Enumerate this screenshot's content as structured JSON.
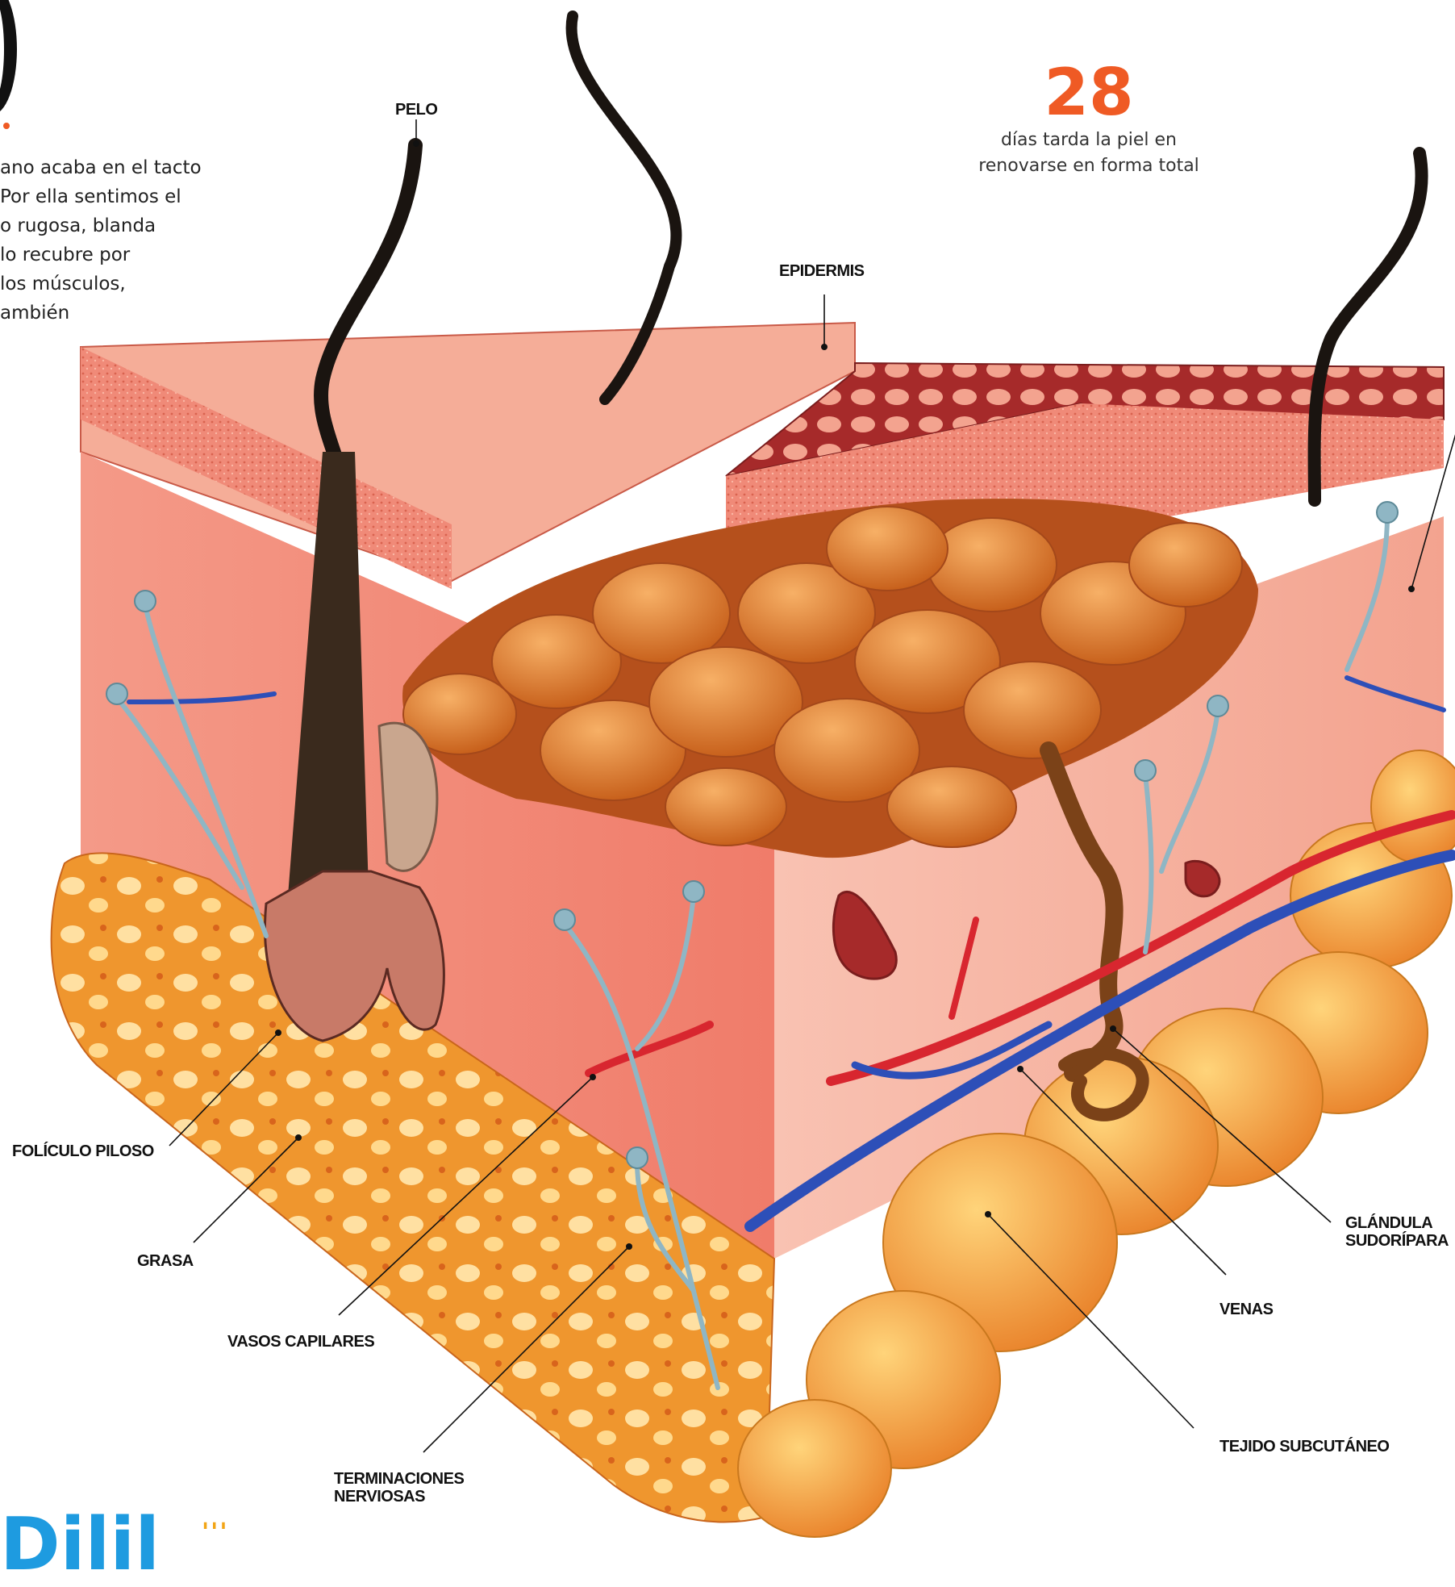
{
  "intro_text": "ano acaba en el tacto\nPor ella sentimos el\n o rugosa, blanda\nlo recubre por\nlos músculos,\nambién",
  "stat": {
    "number": "28",
    "caption": "días tarda la piel en\nrenovarse en forma total"
  },
  "labels": {
    "pelo": "PELO",
    "epidermis": "EPIDERMIS",
    "foliculo": "FOLÍCULO PILOSO",
    "grasa": "GRASA",
    "vasos": "VASOS CAPILARES",
    "terminaciones": "TERMINACIONES\nNERVIOSAS",
    "glandula": "GLÁNDULA\nSUDORÍPARA",
    "venas": "VENAS",
    "tejido": "TEJIDO SUBCUTÁNEO"
  },
  "colors": {
    "accent": "#ef5a24",
    "skin": "#f2907a",
    "fat": "#f0a63a",
    "vein": "#2d4fb8",
    "artery": "#d8262f",
    "nerve": "#8fb6c4",
    "hair": "#1a1410"
  }
}
